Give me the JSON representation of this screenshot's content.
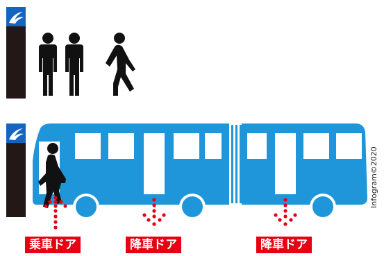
{
  "labels": {
    "boarding_door": "乗車ドア",
    "exit_door_front": "降車ドア",
    "exit_door_rear": "降車ドア"
  },
  "credit": "Infogram©2020",
  "colors": {
    "bus_body": "#1e96d9",
    "label_bg": "#e60012",
    "dots": "#e60012",
    "pole": "#231815",
    "stop_sign": "#1565c0",
    "person": "#111111"
  },
  "icons": {
    "stop_sign_top": "bus-stop-sign-icon",
    "stop_sign_bottom": "bus-stop-sign-icon",
    "waiting_passenger_left": "person-standing-icon",
    "waiting_passenger_right": "person-standing-icon",
    "walking_passenger": "person-walking-icon",
    "boarding_passenger": "person-boarding-icon"
  }
}
